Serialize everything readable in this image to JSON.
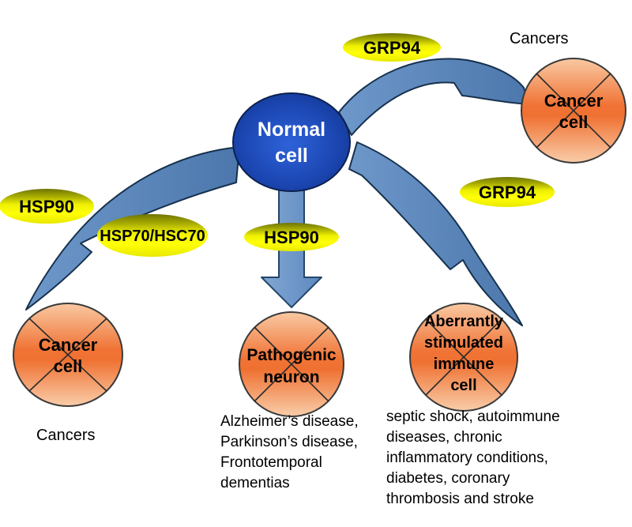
{
  "normal_cell": {
    "label": "Normal\ncell"
  },
  "chaperones": {
    "grp94_top": "GRP94",
    "grp94_right": "GRP94",
    "hsp90_left": "HSP90",
    "hsp70_hsc70": "HSP70/HSC70",
    "hsp90_center": "HSP90"
  },
  "outcomes": {
    "cancer_top_right": {
      "label": "Cancer\ncell",
      "caption": "Cancers"
    },
    "cancer_bottom_left": {
      "label": "Cancer\ncell",
      "caption": "Cancers"
    },
    "neuron": {
      "label": "Pathogenic\nneuron",
      "caption": "Alzheimer’s disease,\nParkinson’s disease,\nFrontotemporal\ndementias"
    },
    "immune": {
      "label": "Aberrantly\nstimulated\nimmune\ncell",
      "caption": "septic shock, autoimmune\ndiseases, chronic\ninflammatory conditions,\ndiabetes, coronary\nthrombosis and stroke"
    }
  },
  "colors": {
    "arrow_blue": "#527eb3",
    "arrow_outline": "#16314e",
    "cell_orange_mid": "#f07030",
    "cell_orange_light": "#f9c9a3",
    "chaperone_yellow": "#ffff00",
    "chaperone_olive": "#6e7404",
    "normal_cell_blue": "#2558cc",
    "normal_cell_dark": "#0e2f84"
  }
}
